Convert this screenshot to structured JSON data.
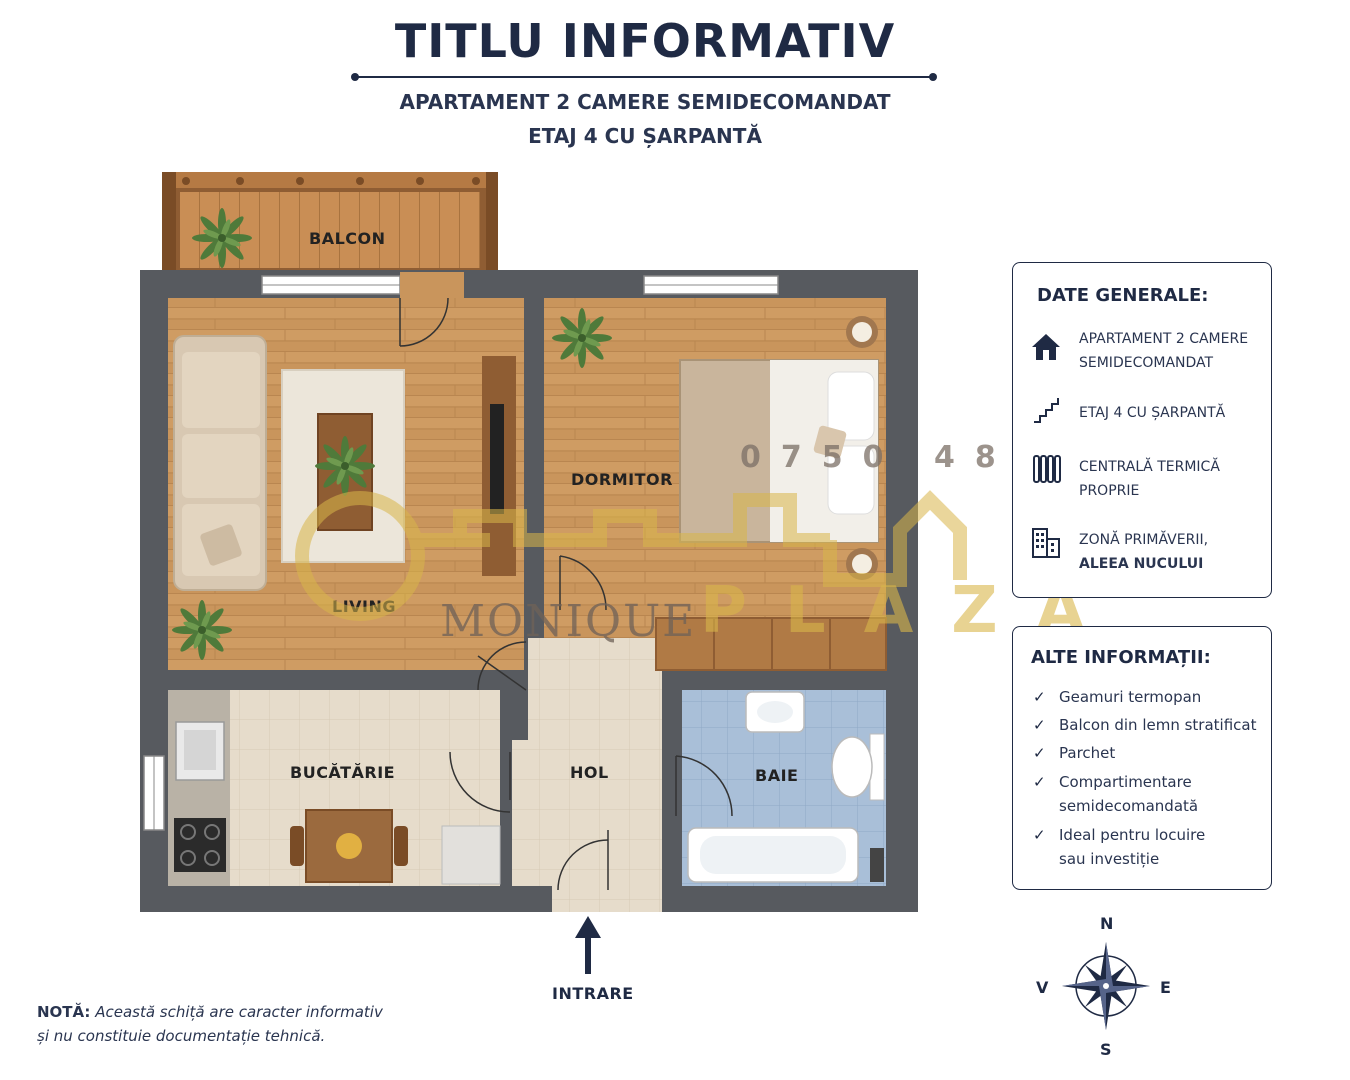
{
  "header": {
    "title": "TITLU INFORMATIV",
    "subtitle_line1": "APARTAMENT 2 CAMERE SEMIDECOMANDAT",
    "subtitle_line2": "ETAJ 4 CU ȘARPANTĂ"
  },
  "rooms": {
    "balcon": "BALCON",
    "living": "LIVING",
    "dormitor": "DORMITOR",
    "bucatarie": "BUCĂTĂRIE",
    "hol": "HOL",
    "baie": "BAIE"
  },
  "entrance": "INTRARE",
  "watermark": {
    "phone": "0750 487 008",
    "brand_part1": "MONIQUE",
    "brand_part2": "PLAZA"
  },
  "general_panel": {
    "title": "DATE GENERALE:",
    "items": [
      {
        "icon": "house-icon",
        "line1": "APARTAMENT 2 CAMERE",
        "line2": "SEMIDECOMANDAT"
      },
      {
        "icon": "stairs-icon",
        "line1": "ETAJ 4 CU ȘARPANTĂ",
        "line2": ""
      },
      {
        "icon": "radiator-icon",
        "line1": "CENTRALĂ TERMICĂ",
        "line2": "PROPRIE"
      },
      {
        "icon": "building-icon",
        "line1": "ZONĂ PRIMĂVERII,",
        "line2": "ALEEA NUCULUI"
      }
    ]
  },
  "other_panel": {
    "title": "ALTE INFORMAȚII:",
    "items": [
      {
        "line1": "Geamuri termopan",
        "line2": ""
      },
      {
        "line1": "Balcon din lemn stratificat",
        "line2": ""
      },
      {
        "line1": "Parchet",
        "line2": ""
      },
      {
        "line1": "Compartimentare",
        "line2": "semidecomandată"
      },
      {
        "line1": "Ideal pentru locuire",
        "line2": "sau investiție"
      }
    ]
  },
  "compass": {
    "n": "N",
    "s": "S",
    "e": "E",
    "w": "V"
  },
  "note": {
    "label": "NOTĂ:",
    "line1": "Această schiță are caracter informativ",
    "line2": "și nu constituie documentație tehnică."
  },
  "colors": {
    "navy": "#1f2a44",
    "wall": "#575a5f",
    "wood": "#c9955c",
    "tile_blue": "#a9bfd8",
    "tile_beige": "#e6dccb",
    "watermark_gold": "#d9b64a"
  }
}
